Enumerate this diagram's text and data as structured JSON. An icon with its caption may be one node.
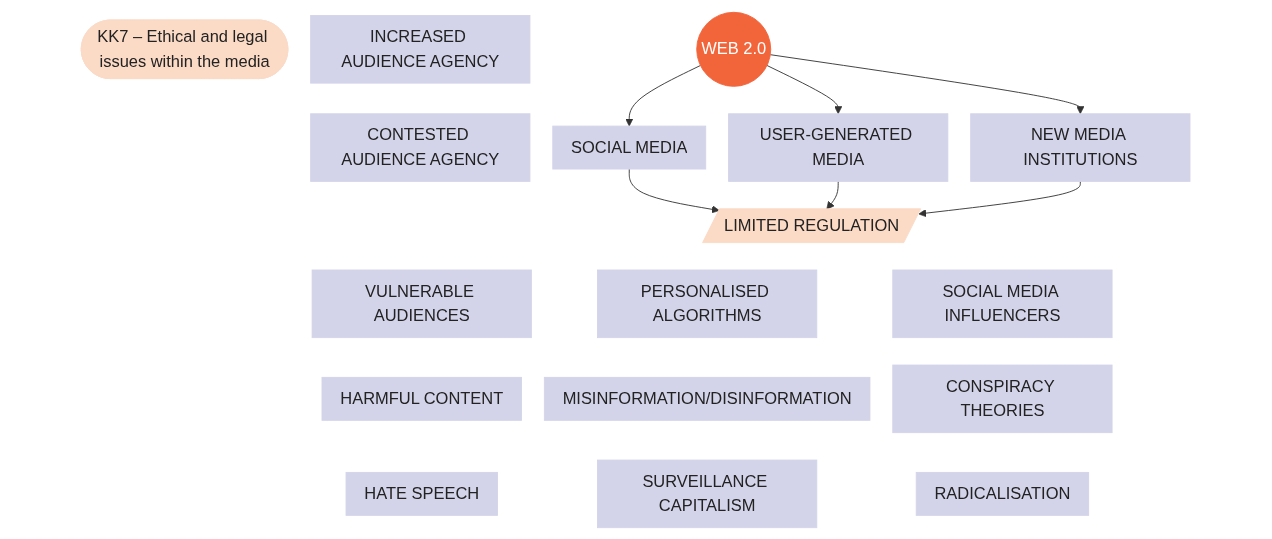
{
  "diagram": {
    "nodes": [
      {
        "text": [
          "KK7 – Ethical and legal issues within the media"
        ]
      },
      {
        "text": [
          "INCREASED AUDIENCE AGENCY"
        ]
      },
      {
        "text": [
          "CONTESTED AUDIENCE AGENCY"
        ]
      },
      {
        "text": [
          "WEB 2.0"
        ]
      },
      {
        "text": [
          "SOCIAL MEDIA"
        ]
      },
      {
        "text": [
          "USER-GENERATED MEDIA"
        ]
      },
      {
        "text": [
          "NEW MEDIA INSTITUTIONS"
        ]
      },
      {
        "text": [
          "LIMITED REGULATION"
        ]
      },
      {
        "text": [
          "VULNERABLE AUDIENCES"
        ]
      },
      {
        "text": [
          "PERSONALISED ALGORITHMS"
        ]
      },
      {
        "text": [
          "SOCIAL MEDIA INFLUENCERS"
        ]
      },
      {
        "text": [
          "HARMFUL CONTENT"
        ]
      },
      {
        "text": [
          "MISINFORMATION/DISINFORMATION"
        ]
      },
      {
        "text": [
          "CONSPIRACY THEORIES"
        ]
      },
      {
        "text": [
          "HATE SPEECH"
        ]
      },
      {
        "text": [
          "SURVEILLANCE CAPITALISM"
        ]
      },
      {
        "text": [
          "RADICALISATION"
        ]
      }
    ],
    "edges": [
      {
        "from": 3,
        "to": 4,
        "arrow": "to"
      },
      {
        "from": 3,
        "to": 5,
        "arrow": "to"
      },
      {
        "from": 3,
        "to": 6,
        "arrow": "to"
      },
      {
        "from": 4,
        "to": 7,
        "arrow": "to"
      },
      {
        "from": 5,
        "to": 7,
        "arrow": "to"
      },
      {
        "from": 6,
        "to": 7,
        "arrow": "to"
      }
    ]
  }
}
